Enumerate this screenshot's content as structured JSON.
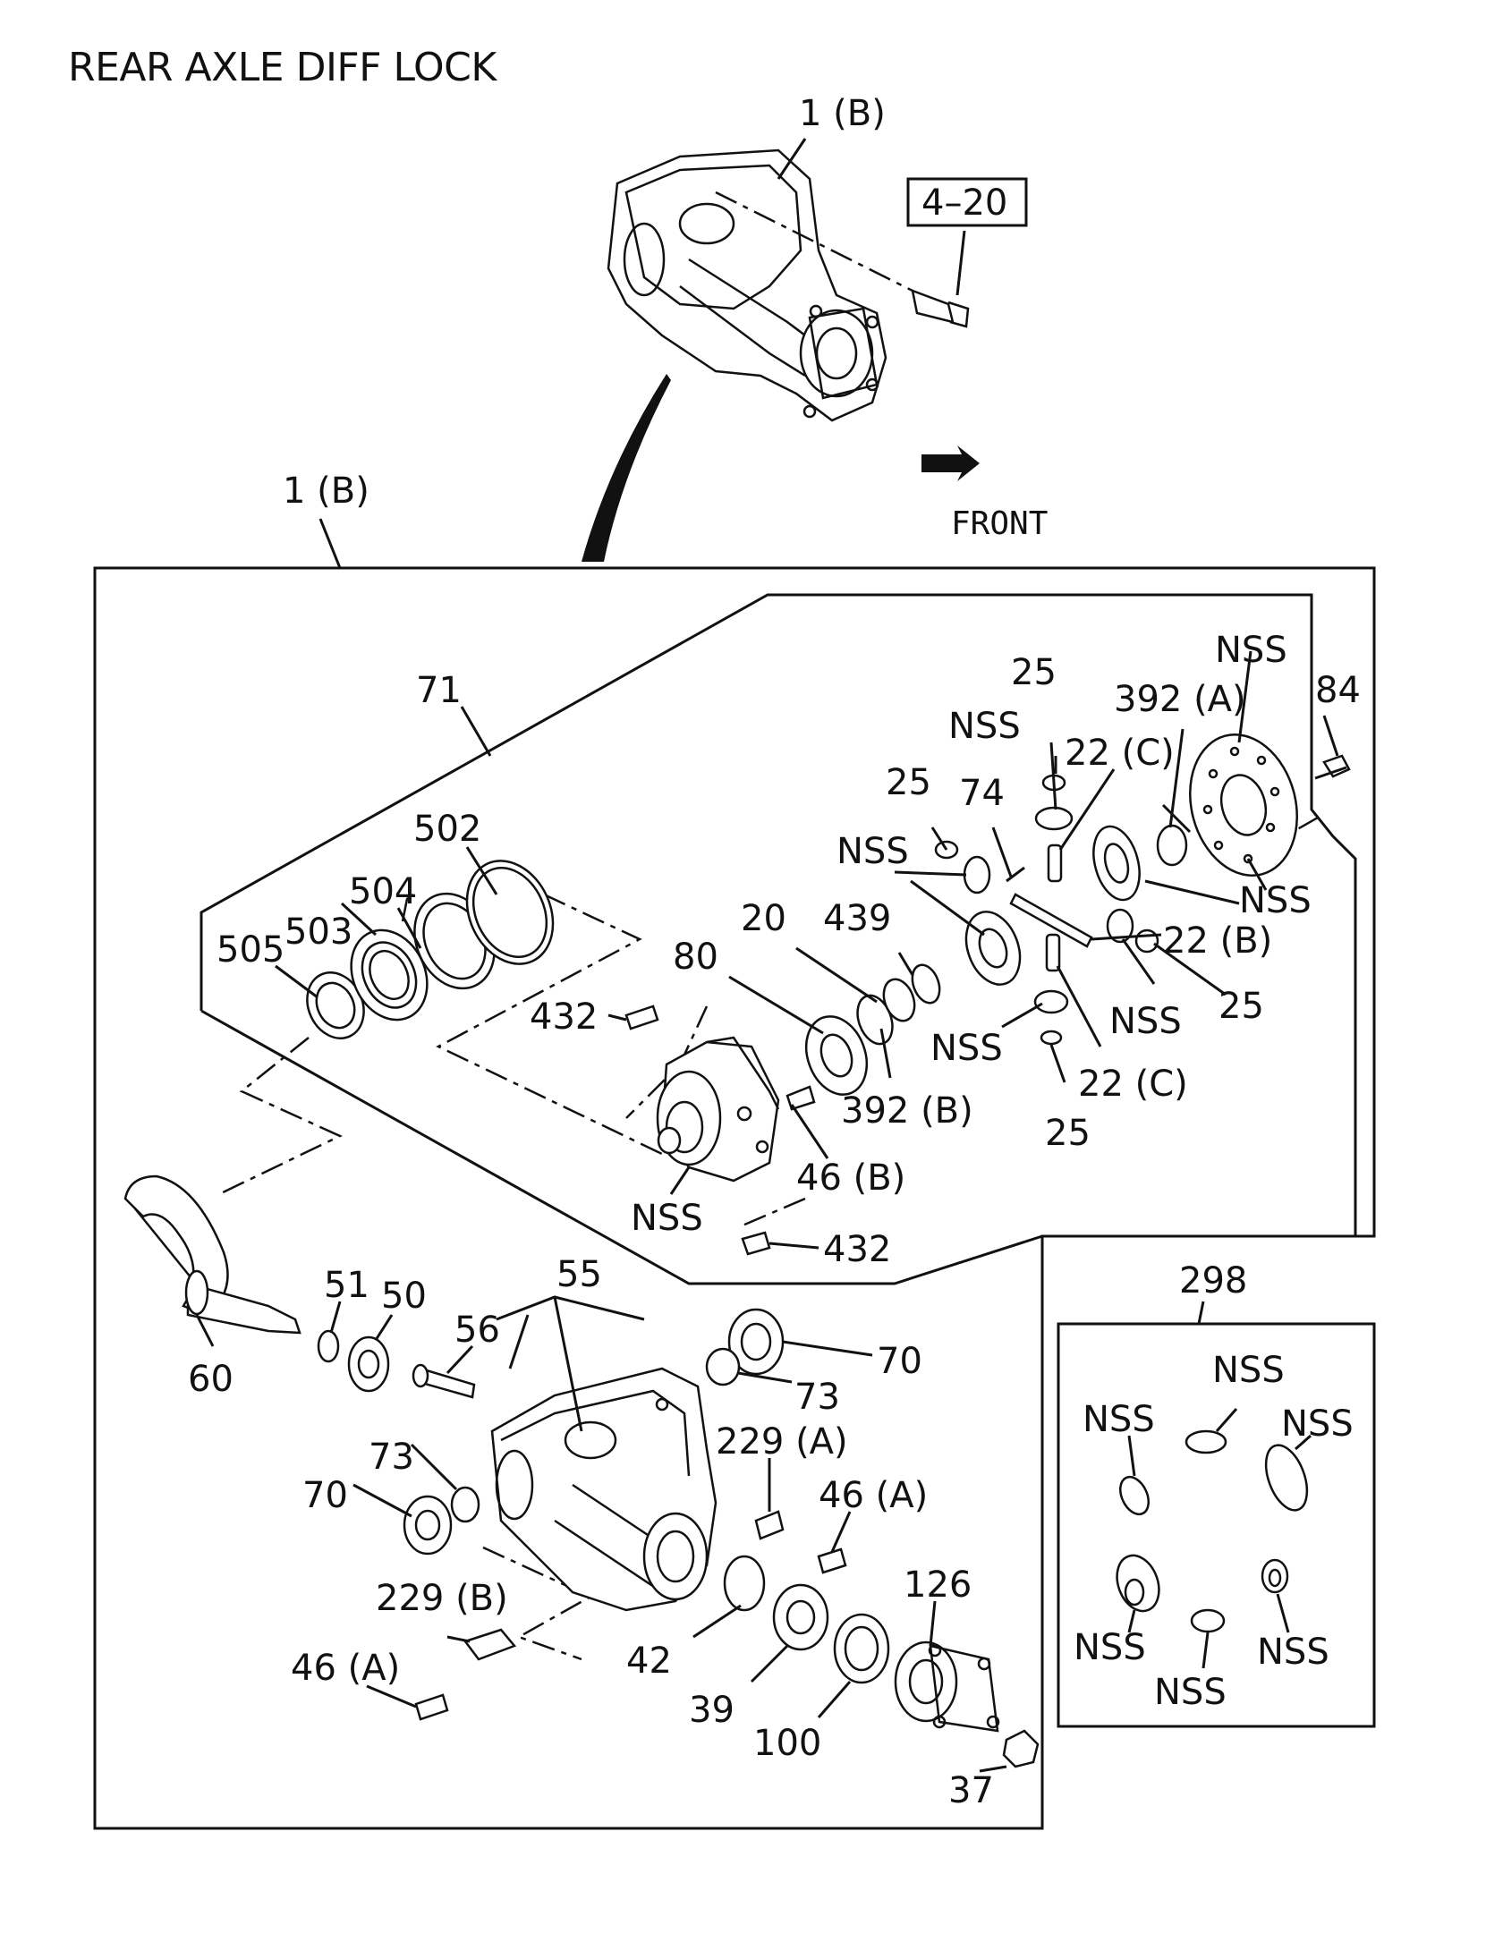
{
  "title": "REAR AXLE DIFF LOCK",
  "top_callouts": {
    "assembly_ref": "1 (B)",
    "page_ref": "4–20",
    "front_label": "FRONT"
  },
  "main_box_label": "1 (B)",
  "callouts": {
    "c71": "71",
    "c502": "502",
    "c504": "504",
    "c503": "503",
    "c505": "505",
    "c432a": "432",
    "c80": "80",
    "c20": "20",
    "c439": "439",
    "c392b": "392 (B)",
    "c46b": "46 (B)",
    "c432b": "432",
    "c25a": "25",
    "c25b": "25",
    "c25c": "25",
    "c25d": "25",
    "c74": "74",
    "c22c_top": "22 (C)",
    "c392a": "392 (A)",
    "c84": "84",
    "c22b": "22 (B)",
    "c22c_bot": "22 (C)",
    "nss_case": "NSS",
    "nss_top_pinion": "NSS",
    "nss_side_gear": "NSS",
    "nss_plate": "NSS",
    "nss_right_gear": "NSS",
    "nss_washer": "NSS",
    "nss_bot_pinion": "NSS",
    "c51": "51",
    "c50": "50",
    "c55": "55",
    "c56": "56",
    "c60": "60",
    "c70a": "70",
    "c73a": "73",
    "c70b": "70",
    "c73b": "73",
    "c229a": "229 (A)",
    "c46a_right": "46 (A)",
    "c229b": "229 (B)",
    "c46a_left": "46 (A)",
    "c42": "42",
    "c39": "39",
    "c100": "100",
    "c126": "126",
    "c37": "37"
  },
  "kit": {
    "number": "298",
    "items": [
      "NSS",
      "NSS",
      "NSS",
      "NSS",
      "NSS",
      "NSS"
    ]
  }
}
